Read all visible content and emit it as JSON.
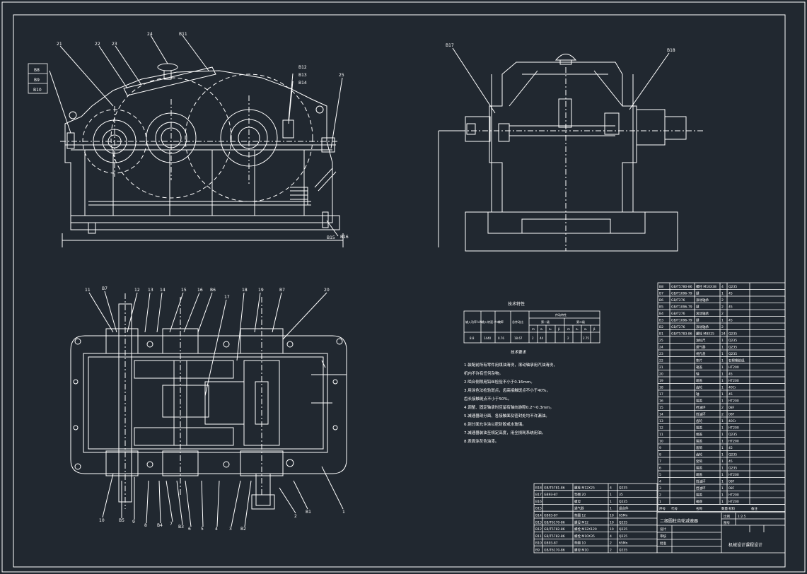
{
  "colors": {
    "background": "#212830",
    "line": "#ffffff"
  },
  "front_view": {
    "labels": [
      "21",
      "22",
      "23",
      "24",
      "B11",
      "B8",
      "B9",
      "B10",
      "B12",
      "B13",
      "B14",
      "25",
      "B15",
      "B16"
    ]
  },
  "side_view": {
    "labels": [
      "B17",
      "B18"
    ]
  },
  "top_view": {
    "top_labels": [
      "11",
      "B7",
      "12",
      "13",
      "14",
      "15",
      "16",
      "B6",
      "17",
      "18",
      "19",
      "B7",
      "20"
    ],
    "bottom_labels": [
      "10",
      "B5",
      "9",
      "8",
      "B4",
      "7",
      "B3",
      "6",
      "5",
      "4",
      "3",
      "B2",
      "2",
      "B1",
      "1"
    ]
  },
  "tech_table": {
    "title": "技术特性",
    "header": [
      "输入功率 kW",
      "输入转速 r/min",
      "效率",
      "总传动比",
      "传动特性",
      "第一级",
      "第二级"
    ],
    "sub_header": [
      "m",
      "z₁",
      "z₂",
      "β",
      "m",
      "z₁",
      "z₂",
      "β"
    ],
    "row": [
      "8.8",
      "1440",
      "0.76",
      "18.67",
      "2",
      "44",
      "2",
      "2.75"
    ]
  },
  "requirements": {
    "title": "技术要求",
    "lines": [
      "1.装配前所有零件用煤油清洗，滚动轴承用汽油清洗，",
      "机内不许有任何杂物。",
      "2.啮合侧隙用铅丝检验不小于0.16mm。",
      "3.用涂色法检验斑点，齿高接触斑点不小于40%，",
      "齿长接触斑点不小于50%。",
      "4.调整、固定轴承时应留有轴向游隙0.2～0.3mm。",
      "5.减速器剖分面、各接触面及密封处均不许漏油。",
      "6.剖分面允许涂以密封胶或水玻璃。",
      "7.减速器装油至规定高度，用全损耗系统用油。",
      "8.表面涂灰色油漆。"
    ]
  },
  "small_parts_table": {
    "rows": [
      [
        "B18",
        "GB/T5781-86",
        "螺栓 M12X25",
        "4",
        "Q235"
      ],
      [
        "B17",
        "GB93-87",
        "垫圈 20",
        "1",
        "35"
      ],
      [
        "B16",
        "",
        "螺母",
        "1",
        "Q235"
      ],
      [
        "B15",
        "",
        "通气器",
        "1",
        "组合件"
      ],
      [
        "B14",
        "GB93-87",
        "垫圈 12",
        "10",
        "65Mn"
      ],
      [
        "B13",
        "GB/T6170-86",
        "螺母 M12",
        "10",
        "Q235"
      ],
      [
        "B12",
        "GB/T5782-86",
        "螺栓 M12X120",
        "10",
        "Q235"
      ],
      [
        "B11",
        "GB/T5782-86",
        "螺栓 M10X35",
        "4",
        "Q235"
      ],
      [
        "B10",
        "GB93-87",
        "垫圈 10",
        "2",
        "65Mn"
      ],
      [
        "B9",
        "GB/T6170-86",
        "螺母 M10",
        "2",
        "Q235"
      ]
    ]
  },
  "parts_list": {
    "rows": [
      [
        "B8",
        "GB/T5780-86",
        "螺栓 M10X38",
        "4",
        "Q235"
      ],
      [
        "B7",
        "GB/T1096-79",
        "键",
        "1",
        "45"
      ],
      [
        "B6",
        "GB/T276",
        "滚动轴承",
        "2",
        ""
      ],
      [
        "B5",
        "GB/T1096-79",
        "键",
        "2",
        "45"
      ],
      [
        "B4",
        "GB/T276",
        "滚动轴承",
        "2",
        ""
      ],
      [
        "B3",
        "GB/T1096-79",
        "键",
        "1",
        "45"
      ],
      [
        "B2",
        "GB/T276",
        "滚动轴承",
        "2",
        ""
      ],
      [
        "B1",
        "GB/T5783-86",
        "螺栓 M8X25",
        "24",
        "Q235"
      ],
      [
        "25",
        "",
        "油标尺",
        "1",
        "Q235"
      ],
      [
        "24",
        "",
        "通气器",
        "1",
        "Q235"
      ],
      [
        "23",
        "",
        "视孔盖",
        "1",
        "Q235"
      ],
      [
        "22",
        "",
        "垫片",
        "1",
        "石棉橡胶纸"
      ],
      [
        "21",
        "",
        "箱盖",
        "1",
        "HT200"
      ],
      [
        "20",
        "",
        "轴",
        "1",
        "45"
      ],
      [
        "19",
        "",
        "端盖",
        "1",
        "HT200"
      ],
      [
        "18",
        "",
        "齿轮",
        "1",
        "40Cr"
      ],
      [
        "17",
        "",
        "轴",
        "1",
        "45"
      ],
      [
        "16",
        "",
        "端盖",
        "1",
        "HT200"
      ],
      [
        "15",
        "",
        "挡油环",
        "2",
        "08F"
      ],
      [
        "14",
        "",
        "挡油环",
        "2",
        "08F"
      ],
      [
        "13",
        "",
        "齿轮",
        "1",
        "40Cr"
      ],
      [
        "12",
        "",
        "端盖",
        "1",
        "HT200"
      ],
      [
        "11",
        "",
        "端盖",
        "1",
        "Q235"
      ],
      [
        "10",
        "",
        "端盖",
        "1",
        "HT200"
      ],
      [
        "9",
        "",
        "套筒",
        "1",
        "45"
      ],
      [
        "8",
        "",
        "齿轮",
        "1",
        "Q235"
      ],
      [
        "7",
        "",
        "套筒",
        "1",
        "45"
      ],
      [
        "6",
        "",
        "端盖",
        "1",
        "Q235"
      ],
      [
        "5",
        "",
        "端盖",
        "1",
        "HT200"
      ],
      [
        "4",
        "",
        "挡油环",
        "1",
        "08F"
      ],
      [
        "3",
        "",
        "挡油环",
        "1",
        "08F"
      ],
      [
        "2",
        "",
        "端盖",
        "1",
        "HT200"
      ],
      [
        "1",
        "",
        "箱座",
        "1",
        "HT200"
      ]
    ],
    "header": [
      "序号",
      "代号",
      "名称",
      "数量",
      "材料",
      "备注"
    ]
  },
  "title_block": {
    "drawing_title": "二级圆柱齿轮减速器",
    "scale_label": "比例",
    "scale": "1:2.5",
    "sheet_label": "图号",
    "design_label": "设计",
    "check_label": "审核",
    "approve_label": "批准",
    "course": "机械设计课程设计"
  }
}
